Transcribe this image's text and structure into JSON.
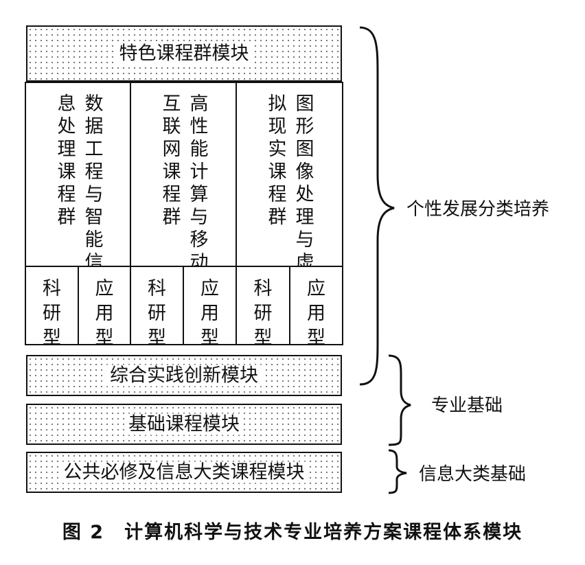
{
  "modules": {
    "special": "特色课程群模块",
    "practice": "综合实践创新模块",
    "basic": "基础课程模块",
    "public": "公共必修及信息大类课程模块"
  },
  "groups": [
    {
      "col_left": "息\n处\n理\n课\n程\n群",
      "col_right": "数\n据\n工\n程\n与\n智\n能\n信",
      "research": "科\n研\n型",
      "applied": "应\n用\n型"
    },
    {
      "col_left": "互\n联\n网\n课\n程\n群",
      "col_right": "高\n性\n能\n计\n算\n与\n移\n动",
      "research": "科\n研\n型",
      "applied": "应\n用\n型"
    },
    {
      "col_left": "拟\n现\n实\n课\n程\n群",
      "col_right": "图\n形\n图\n像\n处\n理\n与\n虚",
      "research": "科\n研\n型",
      "applied": "应\n用\n型"
    }
  ],
  "braces": {
    "individual": "个性发展分类培养",
    "major": "专业基础",
    "category": "信息大类基础"
  },
  "caption": "图 2　计算机科学与技术专业培养方案课程体系模块"
}
